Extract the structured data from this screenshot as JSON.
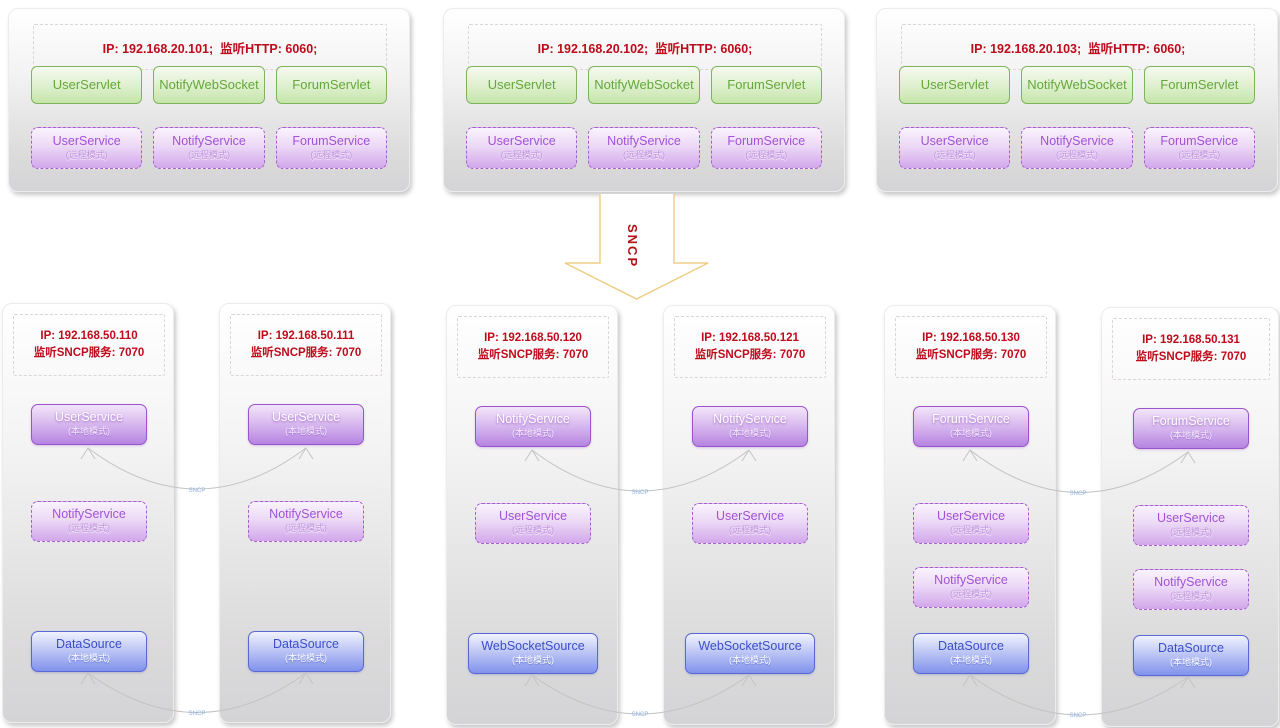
{
  "colors": {
    "accent_red": "#bf0a1a",
    "servlet_green": "#64a73c",
    "service_purple": "#a152d8",
    "source_blue": "#3a4ecb",
    "arrow_gold": "#f0cd86",
    "connector_gray": "#c3c3c3"
  },
  "arrow": {
    "label": "SNCP"
  },
  "connector_label": "SNCP",
  "top_servers": [
    {
      "header": "IP: 192.168.20.101;  监听HTTP: 6060;",
      "servlets": [
        "UserServlet",
        "NotifyWebSocket",
        "ForumServlet"
      ],
      "services": [
        {
          "name": "UserService",
          "mode": "(远程模式)"
        },
        {
          "name": "NotifyService",
          "mode": "(远程模式)"
        },
        {
          "name": "ForumService",
          "mode": "(远程模式)"
        }
      ]
    },
    {
      "header": "IP: 192.168.20.102;  监听HTTP: 6060;",
      "servlets": [
        "UserServlet",
        "NotifyWebSocket",
        "ForumServlet"
      ],
      "services": [
        {
          "name": "UserService",
          "mode": "(远程模式)"
        },
        {
          "name": "NotifyService",
          "mode": "(远程模式)"
        },
        {
          "name": "ForumService",
          "mode": "(远程模式)"
        }
      ]
    },
    {
      "header": "IP: 192.168.20.103;  监听HTTP: 6060;",
      "servlets": [
        "UserServlet",
        "NotifyWebSocket",
        "ForumServlet"
      ],
      "services": [
        {
          "name": "UserService",
          "mode": "(远程模式)"
        },
        {
          "name": "NotifyService",
          "mode": "(远程模式)"
        },
        {
          "name": "ForumService",
          "mode": "(远程模式)"
        }
      ]
    }
  ],
  "sncp_servers": [
    {
      "ip": "IP: 192.168.50.110",
      "listen": "监听SNCP服务: 7070",
      "services": [
        {
          "name": "UserService",
          "mode": "(本地模式)"
        },
        {
          "name": "NotifyService",
          "mode": "(远程模式)"
        },
        {
          "name": "DataSource",
          "mode": "(本地模式)"
        }
      ]
    },
    {
      "ip": "IP: 192.168.50.111",
      "listen": "监听SNCP服务: 7070",
      "services": [
        {
          "name": "UserService",
          "mode": "(本地模式)"
        },
        {
          "name": "NotifyService",
          "mode": "(远程模式)"
        },
        {
          "name": "DataSource",
          "mode": "(本地模式)"
        }
      ]
    },
    {
      "ip": "IP: 192.168.50.120",
      "listen": "监听SNCP服务: 7070",
      "services": [
        {
          "name": "NotifyService",
          "mode": "(本地模式)"
        },
        {
          "name": "UserService",
          "mode": "(远程模式)"
        },
        {
          "name": "WebSocketSource",
          "mode": "(本地模式)"
        }
      ]
    },
    {
      "ip": "IP: 192.168.50.121",
      "listen": "监听SNCP服务: 7070",
      "services": [
        {
          "name": "NotifyService",
          "mode": "(本地模式)"
        },
        {
          "name": "UserService",
          "mode": "(远程模式)"
        },
        {
          "name": "WebSocketSource",
          "mode": "(本地模式)"
        }
      ]
    },
    {
      "ip": "IP: 192.168.50.130",
      "listen": "监听SNCP服务: 7070",
      "services": [
        {
          "name": "ForumService",
          "mode": "(本地模式)"
        },
        {
          "name": "UserService",
          "mode": "(远程模式)"
        },
        {
          "name": "NotifyService",
          "mode": "(远程模式)"
        },
        {
          "name": "DataSource",
          "mode": "(本地模式)"
        }
      ]
    },
    {
      "ip": "IP: 192.168.50.131",
      "listen": "监听SNCP服务: 7070",
      "services": [
        {
          "name": "ForumService",
          "mode": "(本地模式)"
        },
        {
          "name": "UserService",
          "mode": "(远程模式)"
        },
        {
          "name": "NotifyService",
          "mode": "(远程模式)"
        },
        {
          "name": "DataSource",
          "mode": "(本地模式)"
        }
      ]
    }
  ]
}
